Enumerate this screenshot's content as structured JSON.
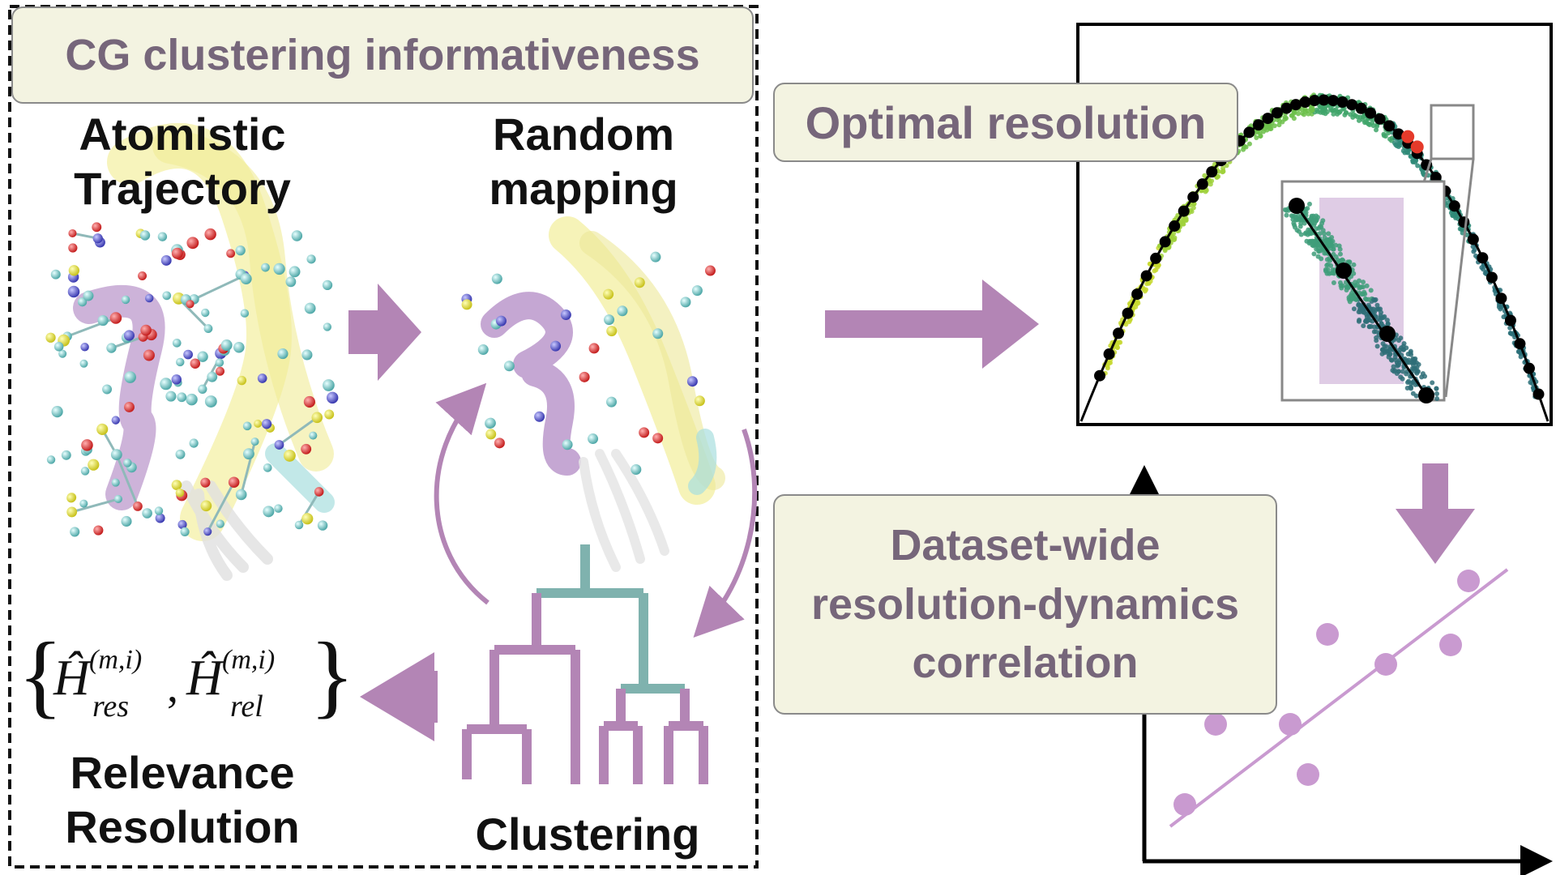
{
  "header": {
    "title": "CG clustering informativeness"
  },
  "panels": {
    "atomistic": {
      "line1": "Atomistic",
      "line2": "Trajectory"
    },
    "random_mapping": {
      "line1": "Random",
      "line2": "mapping"
    },
    "relevance": {
      "line1": "Relevance",
      "line2": "Resolution"
    },
    "clustering": {
      "label": "Clustering"
    }
  },
  "math": {
    "open_brace": "{",
    "close_brace": "}",
    "symbol": "Ĥ",
    "superscript": "(m,i)",
    "sub_res": "res",
    "sub_rel": "rel",
    "separator": ","
  },
  "callouts": {
    "optimal": "Optimal resolution",
    "dataset_line1": "Dataset-wide",
    "dataset_line2": "resolution-dynamics",
    "dataset_line3": "correlation"
  },
  "colors": {
    "accent_purple": "#b385b5",
    "teal": "#7fb2ae",
    "callout_bg": "#f3f3e1",
    "callout_text": "#76667a"
  }
}
